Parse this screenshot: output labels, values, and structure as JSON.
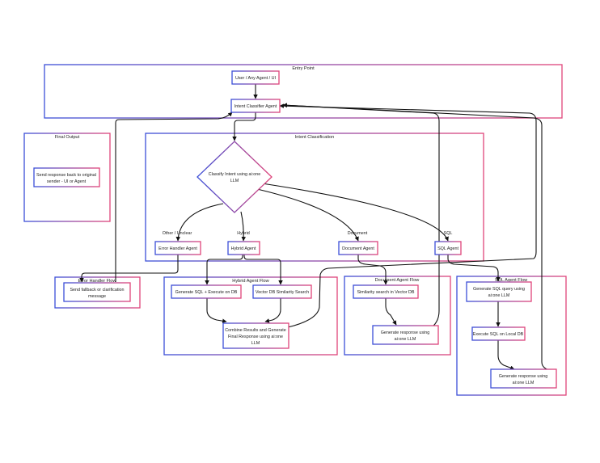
{
  "colors": {
    "blue": "#3b4fd8",
    "pink": "#e0447a",
    "edge": "#111111"
  },
  "groups": {
    "entry_point": "Entry Point",
    "final_output": "Final Output",
    "intent_classification": "Intent Classification",
    "error_handler_flow": "Error Handler Flow",
    "hybrid_agent_flow": "Hybrid Agent Flow",
    "document_agent_flow": "Document Agent Flow",
    "sql_agent_flow": "SQL Agent Flow"
  },
  "nodes": {
    "user": "User / Any Agent / UI",
    "intent_classifier": "Intent Classifier Agent",
    "classify_l1": "Classify Intent using ai:one",
    "classify_l2": "LLM",
    "send_response_l1": "Send response back to original",
    "send_response_l2": "sender - UI or Agent",
    "error_handler": "Error Handler Agent",
    "hybrid_agent": "Hybrid Agent",
    "document_agent": "Document Agent",
    "sql_agent": "SQL Agent",
    "fallback_l1": "Send fallback or clarification",
    "fallback_l2": "message",
    "gen_sql_exec": "Generate SQL + Execute on DB",
    "vector_search": "Vector DB Similarity Search",
    "combine_l1": "Combine Results and Generate",
    "combine_l2": "Final Response using ai:one",
    "combine_l3": "LLM",
    "similarity_search": "Similarity search in Vector DB",
    "doc_gen_l1": "Generate response using",
    "doc_gen_l2": "ai:one LLM",
    "sql_gen_l1": "Generate SQL query using",
    "sql_gen_l2": "ai:one LLM",
    "exec_local": "Execute SQL on Local DB",
    "sql_resp_l1": "Generate response using",
    "sql_resp_l2": "ai:one LLM"
  },
  "edge_labels": {
    "other": "Other / Unclear",
    "hybrid": "Hybrid",
    "document": "Document",
    "sql": "SQL"
  }
}
